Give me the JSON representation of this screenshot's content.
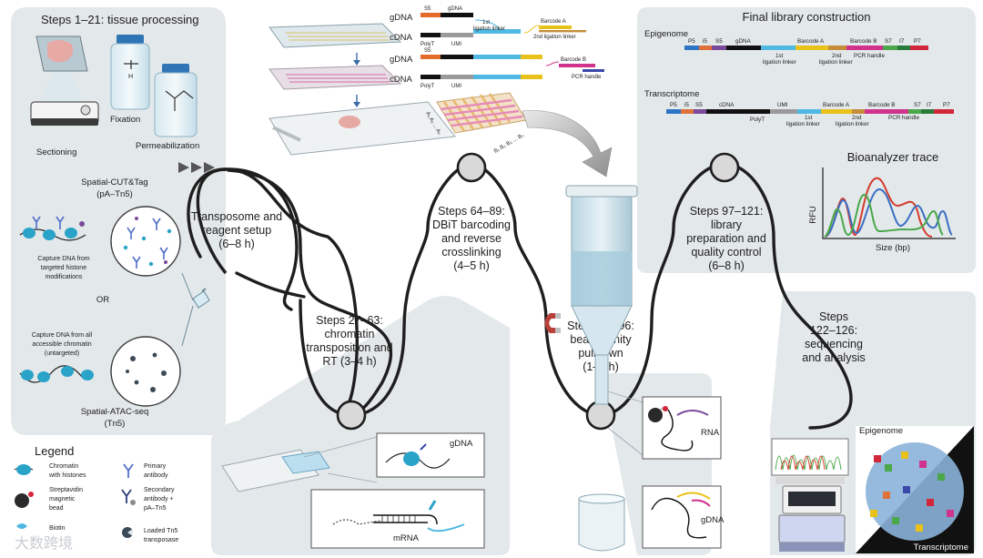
{
  "panels": {
    "tissue_title": "Steps 1–21: tissue processing",
    "sectioning": "Sectioning",
    "fixation": "Fixation",
    "permeabilization": "Permeabilization",
    "cut_tag_1": "Spatial-CUT&Tag",
    "cut_tag_2": "(pA–Tn5)",
    "capture_targeted": [
      "Capture DNA from",
      "targeted histone",
      "modifications"
    ],
    "or": "OR",
    "capture_all": [
      "Capture DNA from all",
      "accessible chromatin",
      "(untargeted)"
    ],
    "atac_1": "Spatial-ATAC-seq",
    "atac_2": "(Tn5)"
  },
  "steps": {
    "s1": [
      "Transposome and",
      "reagent setup",
      "(6–8 h)"
    ],
    "s2": [
      "Steps 27–63:",
      "chromatin",
      "transposition and",
      "RT (3–4 h)"
    ],
    "s3": [
      "Steps 64–89:",
      "DBiT barcoding",
      "and reverse",
      "crosslinking",
      "(4–5 h)"
    ],
    "s4": [
      "Steps 90–96:",
      "bead affinity",
      "pulldown",
      "(1–2 h)"
    ],
    "s5": [
      "Steps 97–121:",
      "library",
      "preparation and",
      "quality control",
      "(6–8 h)"
    ],
    "s6": [
      "Steps",
      "122–126:",
      "sequencing",
      "and analysis"
    ]
  },
  "barcoding": {
    "gdna": "gDNA",
    "cdna": "cDNA",
    "s5": "S5",
    "polyt": "PolyT",
    "umi": "UMI",
    "first_linker": [
      "1st",
      "ligation linker"
    ],
    "second_linker": "2nd ligation linker",
    "barcode_a": "Barcode A",
    "barcode_b": "Barcode B",
    "pcr_handle": "PCR handle",
    "grid_a": "A₁ A₂ ... Aₙ",
    "grid_b": "B₁ B₂ B₃ ... Bₙ"
  },
  "library": {
    "title": "Final library construction",
    "epigenome": "Epigenome",
    "transcriptome": "Transcriptome",
    "segments": {
      "p5": "P5",
      "i5": "i5",
      "s5": "S5",
      "gdna": "gDNA",
      "cdna": "cDNA",
      "barcode_a": "Barcode A",
      "barcode_b": "Barcode B",
      "s7": "S7",
      "i7": "I7",
      "p7": "P7",
      "polyt": "PolyT",
      "umi": "UMI",
      "first_linker": [
        "1st",
        "ligation linker"
      ],
      "second_linker": [
        "2nd",
        "ligation linker"
      ],
      "pcr_handle": "PCR handle"
    },
    "bioanalyzer_title": "Bioanalyzer trace",
    "rfu": "RFU",
    "size": "Size (bp)"
  },
  "insets": {
    "gdna": "gDNA",
    "mrna": "mRNA",
    "rna": "RNA",
    "gdna2": "gDNA",
    "epigenome": "Epigenome",
    "transcriptome": "Transcriptome"
  },
  "legend": {
    "title": "Legend",
    "chromatin": [
      "Chromatin",
      "with histones"
    ],
    "primary": [
      "Primary",
      "antibody"
    ],
    "streptavidin": [
      "Streptavidin",
      "magnetic",
      "bead"
    ],
    "secondary": [
      "Secondary",
      "antibody +",
      "pA–Tn5"
    ],
    "biotin": "Biotin",
    "loaded_tn5": [
      "Loaded Tn5",
      "transposase"
    ]
  },
  "watermark": "大数跨境",
  "colors": {
    "panel": "#e3e8ea",
    "loop": "#1e1e1e",
    "s5": "#e36b2b",
    "gdna": "#111111",
    "umi": "#9a9a9a",
    "linker1": "#4fb9e3",
    "barcodeA": "#e8c21a",
    "barcodeB": "#d0328c",
    "pcr": "#3a47a8",
    "p5": "#2e74c4",
    "i5": "#e0713a",
    "s7": "#4aa84a",
    "i7": "#2a7a3a",
    "p7": "#d2273a",
    "trace_red": "#d43b2c",
    "trace_blue": "#3b6fc4",
    "trace_green": "#4aa84a",
    "watermark": "#bfc4c8"
  }
}
